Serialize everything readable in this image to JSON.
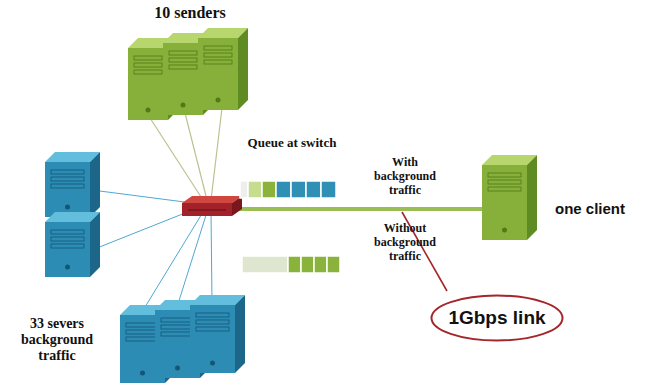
{
  "diagram": {
    "nodes": [
      {
        "text": [
          "1Gbps link"
        ]
      }
    ],
    "labels": [
      "10 senders",
      "Queue at switch",
      "With background traffic",
      "Without background traffic",
      "one client",
      "33 severs background traffic"
    ]
  }
}
